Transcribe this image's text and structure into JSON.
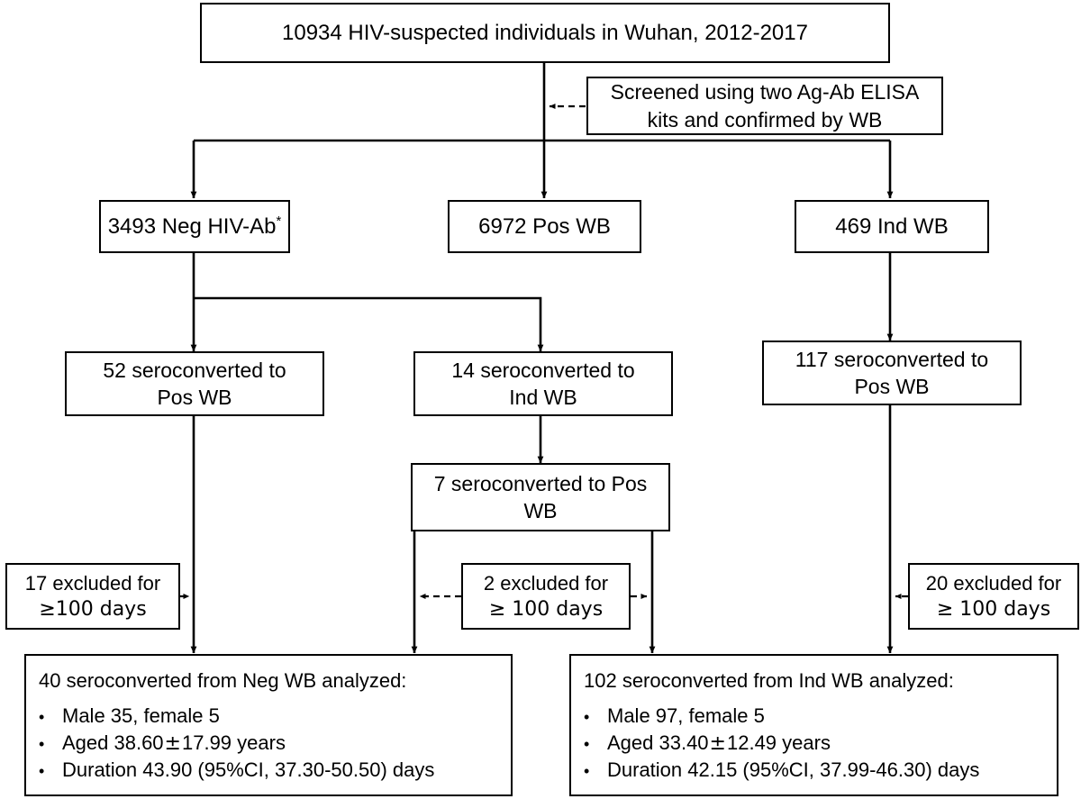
{
  "diagram": {
    "title": "HIV seroconversion study flow diagram",
    "type": "flowchart",
    "line_color": "#000000",
    "background": "#ffffff"
  },
  "nodes": {
    "cohort": {
      "label": "10934 HIV-suspected individuals in Wuhan, 2012-2017"
    },
    "screening_note": {
      "line1": "Screened using two Ag-Ab ELISA",
      "line2": "kits and confirmed by WB"
    },
    "neg_ab": {
      "label": "3493 Neg HIV-Ab",
      "superscript": "*"
    },
    "pos_wb": {
      "label": "6972 Pos WB"
    },
    "ind_wb": {
      "label": "469 Ind WB"
    },
    "sero_52": {
      "line1": "52 seroconverted to",
      "line2": "Pos WB"
    },
    "sero_14": {
      "line1": "14 seroconverted to",
      "line2": "Ind WB"
    },
    "sero_117": {
      "line1": "117 seroconverted to",
      "line2": "Pos WB"
    },
    "sero_7": {
      "line1": "7 seroconverted to Pos",
      "line2": "WB"
    },
    "excluded_17": {
      "line1": "17 excluded for",
      "line2": "≥100 days"
    },
    "excluded_2": {
      "line1": "2 excluded for",
      "line2": "≥ 100 days"
    },
    "excluded_20": {
      "line1": "20 excluded for",
      "line2": "≥ 100 days"
    },
    "summary_neg": {
      "title": "40 seroconverted from Neg WB analyzed:",
      "bullet_mark": "•",
      "bullets": [
        "Male 35, female 5",
        "Aged 38.60±17.99 years",
        "Duration 43.90 (95%CI, 37.30-50.50) days"
      ],
      "bullet_parts": [
        {
          "pre": "Male 35, female 5",
          "sym": "",
          "post": ""
        },
        {
          "pre": "Aged 38.60",
          "sym": "±",
          "post": "17.99 years"
        },
        {
          "pre": "Duration 43.90 (95%CI, 37.30-50.50) days",
          "sym": "",
          "post": ""
        }
      ]
    },
    "summary_ind": {
      "title": "102 seroconverted from Ind WB analyzed:",
      "bullet_mark": "•",
      "bullets": [
        "Male 97, female 5",
        "Aged 33.40±12.49 years",
        "Duration 42.15 (95%CI, 37.99-46.30) days"
      ],
      "bullet_parts": [
        {
          "pre": "Male 97, female 5",
          "sym": "",
          "post": ""
        },
        {
          "pre": "Aged 33.40",
          "sym": "±",
          "post": "12.49 years"
        },
        {
          "pre": "Duration 42.15 (95%CI, 37.99-46.30) days",
          "sym": "",
          "post": ""
        }
      ]
    }
  },
  "flow_data": {
    "total_screened": 10934,
    "location": "Wuhan",
    "period": "2012-2017",
    "branches": [
      {
        "key": "neg_ab",
        "count": 3493,
        "label": "Neg HIV-Ab*"
      },
      {
        "key": "pos_wb",
        "count": 6972,
        "label": "Pos WB"
      },
      {
        "key": "ind_wb",
        "count": 469,
        "label": "Ind WB"
      }
    ],
    "seroconversions": [
      {
        "from": "neg_ab",
        "to": "Pos WB",
        "count": 52
      },
      {
        "from": "neg_ab",
        "to": "Ind WB",
        "count": 14
      },
      {
        "from": "sero_14",
        "to": "Pos WB",
        "count": 7
      },
      {
        "from": "ind_wb",
        "to": "Pos WB",
        "count": 117
      }
    ],
    "exclusions": [
      {
        "count": 17,
        "reason": "≥100 days"
      },
      {
        "count": 2,
        "reason": "≥ 100 days"
      },
      {
        "count": 20,
        "reason": "≥ 100 days"
      }
    ],
    "analyzed": [
      {
        "group": "Neg WB",
        "n": 40,
        "male": 35,
        "female": 5,
        "age_mean": 38.6,
        "age_sd": 17.99,
        "duration_mean": 43.9,
        "duration_ci_low": 37.3,
        "duration_ci_high": 50.5
      },
      {
        "group": "Ind WB",
        "n": 102,
        "male": 97,
        "female": 5,
        "age_mean": 33.4,
        "age_sd": 12.49,
        "duration_mean": 42.15,
        "duration_ci_low": 37.99,
        "duration_ci_high": 46.3
      }
    ]
  }
}
